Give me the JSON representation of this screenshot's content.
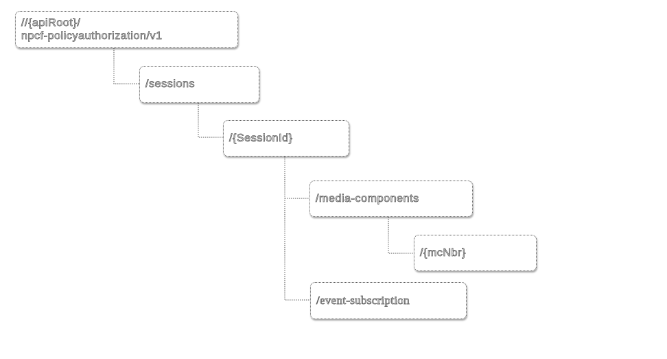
{
  "diagram": {
    "nodes": [
      {
        "id": "root",
        "lines": [
          "//{apiRoot}/",
          "npcf-policyauthorization/v1"
        ]
      },
      {
        "id": "sessions",
        "label": "/sessions"
      },
      {
        "id": "session-id",
        "label": "/{SessionId}"
      },
      {
        "id": "media-components",
        "label": "/media-components"
      },
      {
        "id": "mc-nbr",
        "label": "/{mcNbr}"
      },
      {
        "id": "event-subscription",
        "label": "/event-subscription"
      }
    ],
    "edges": [
      {
        "from": "root",
        "to": "sessions"
      },
      {
        "from": "sessions",
        "to": "session-id"
      },
      {
        "from": "session-id",
        "to": "media-components"
      },
      {
        "from": "media-components",
        "to": "mc-nbr"
      },
      {
        "from": "session-id",
        "to": "event-subscription"
      }
    ],
    "colors": {
      "line": "#555555",
      "text_outline": "#5a5a5a"
    }
  }
}
